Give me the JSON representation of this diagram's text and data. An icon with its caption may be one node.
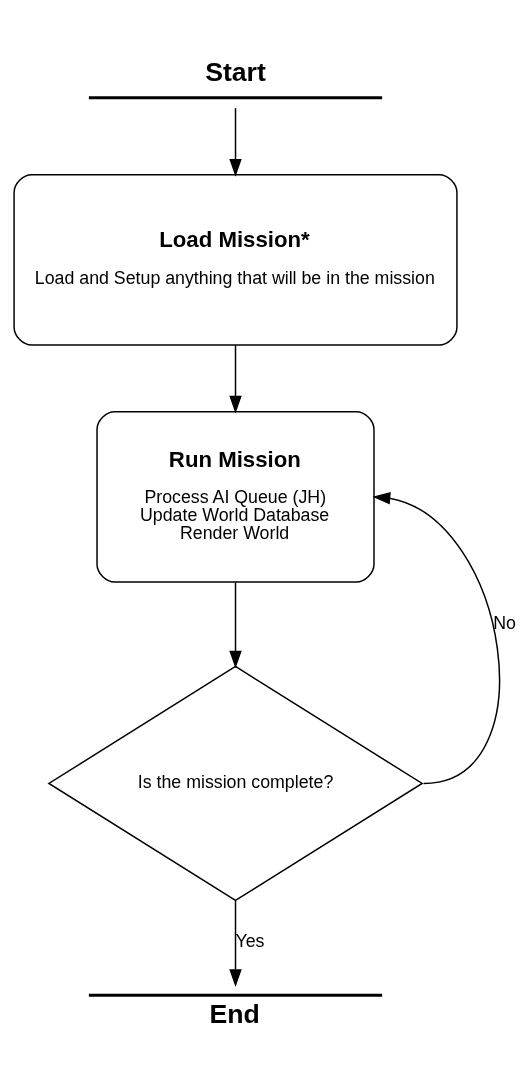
{
  "diagram": {
    "nodes": [
      {
        "text": [
          "Start"
        ]
      },
      {
        "text": [
          "Load Mission*",
          "Load and Setup anything that will be in the mission"
        ]
      },
      {
        "text": [
          "Run Mission",
          "Process AI Queue (JH)",
          "Update World Database",
          "Render World"
        ]
      },
      {
        "text": [
          "Is the mission complete?"
        ]
      },
      {
        "text": [
          "End"
        ]
      }
    ],
    "edges": [
      {
        "from": 0,
        "to": 1,
        "arrow": "to"
      },
      {
        "from": 1,
        "to": 2,
        "arrow": "to"
      },
      {
        "from": 2,
        "to": 3,
        "arrow": "to"
      },
      {
        "from": 3,
        "to": 2,
        "arrow": "to",
        "label": "No"
      },
      {
        "from": 3,
        "to": 4,
        "arrow": "to",
        "label": "Yes"
      }
    ]
  }
}
